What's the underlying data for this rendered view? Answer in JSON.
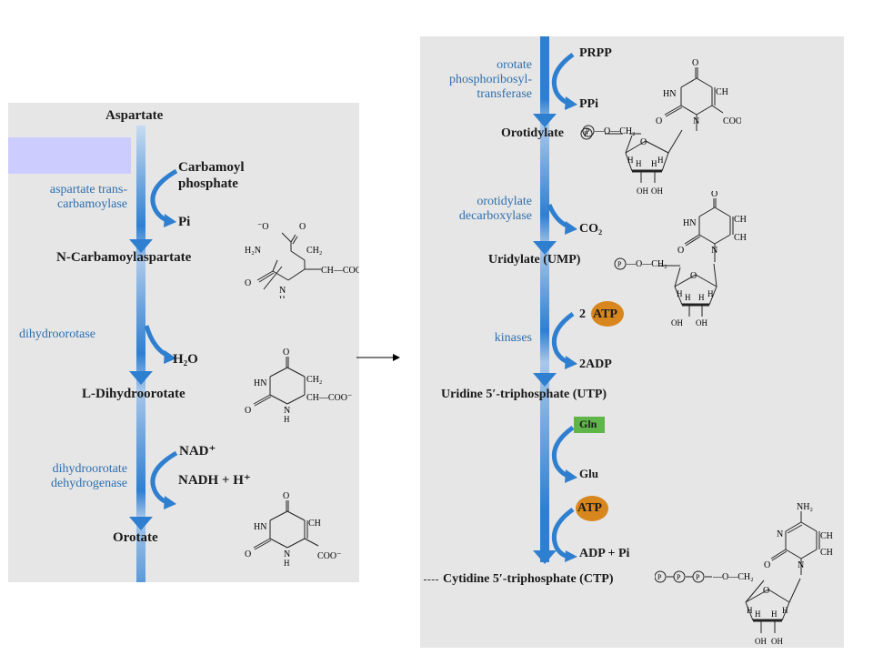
{
  "left_panel": {
    "intermediates": {
      "aspartate": "Aspartate",
      "n_carbamoyl": "N-Carbamoylaspartate",
      "dihydroorotate": "L-Dihydroorotate",
      "orotate": "Orotate"
    },
    "side": {
      "carbamoyl": "Carbamoyl phosphate",
      "pi": "Pi",
      "h2o": "H₂O",
      "nad": "NAD⁺",
      "nadh": "NADH + H⁺"
    },
    "enzymes": {
      "atcase": "aspartate trans- carbamoylase",
      "dhoase": "dihydroorotase",
      "dhodh": "dihydroorotate dehydrogenase"
    }
  },
  "right_panel": {
    "intermediates": {
      "orotidylate": "Orotidylate",
      "ump": "Uridylate (UMP)",
      "utp": "Uridine 5′-triphosphate (UTP)",
      "ctp": "Cytidine 5′-triphosphate (CTP)"
    },
    "side": {
      "prpp": "PRPP",
      "ppi": "PPi",
      "co2": "CO₂",
      "two_atp_prefix": "2",
      "atp": "ATP",
      "two_adp": "2ADP",
      "gln": "Gln",
      "glu": "Glu",
      "atp2": "ATP",
      "adp_pi": "ADP + Pi"
    },
    "enzymes": {
      "oprt": "orotate phosphoribosyl- transferase",
      "odc": "orotidylate decarboxylase",
      "kinases": "kinases"
    }
  },
  "colors": {
    "panel_bg": "#e6e6e6",
    "arrow_blue": "#2f7fd0",
    "enzyme_text": "#2e6fae",
    "atp_fill": "#d8871e",
    "gln_fill": "#5fb44a",
    "highlight_box": "#ccccff"
  }
}
